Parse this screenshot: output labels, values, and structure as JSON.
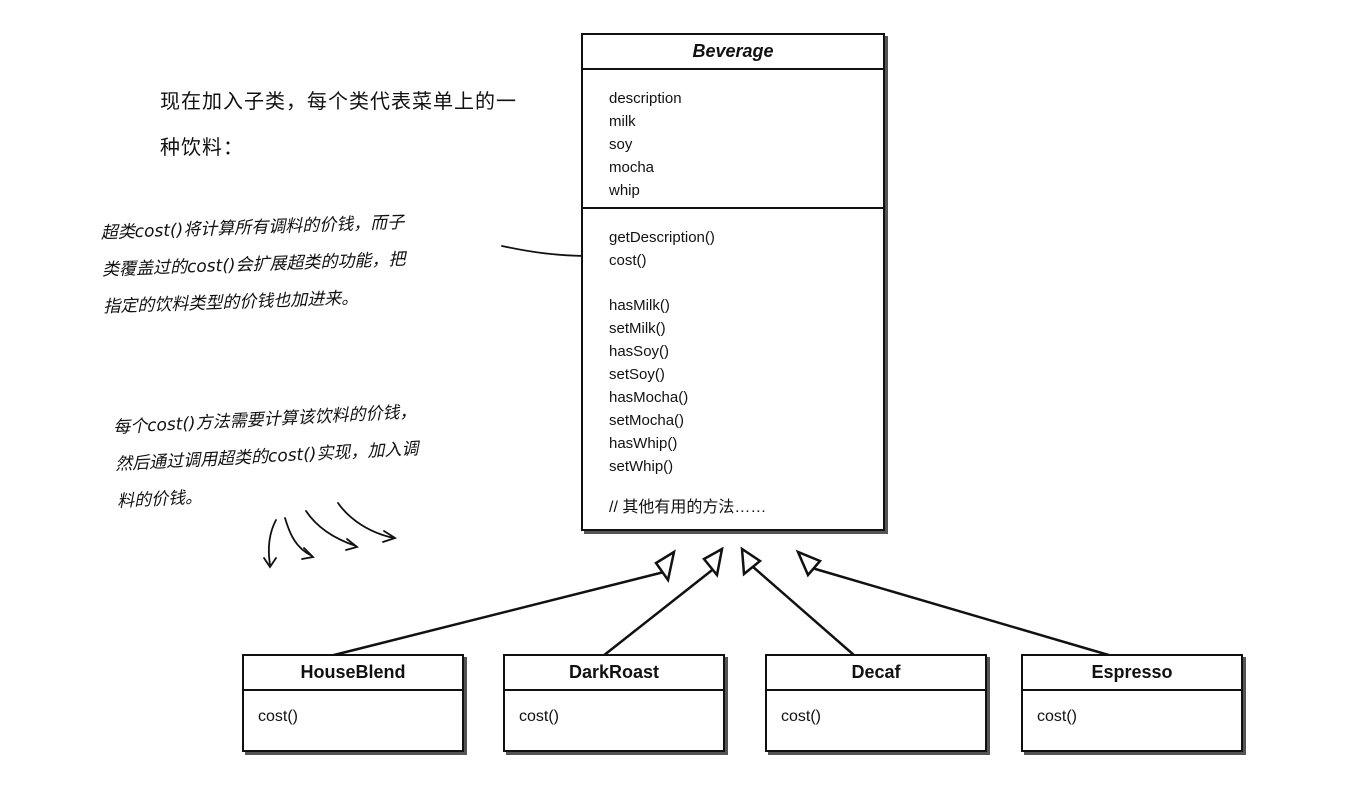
{
  "beverage": {
    "title": "Beverage",
    "attributes": [
      "description",
      "milk",
      "soy",
      "mocha",
      "whip"
    ],
    "methods_a": [
      "getDescription()",
      "cost()"
    ],
    "methods_b": [
      "hasMilk()",
      "setMilk()",
      "hasSoy()",
      "setSoy()",
      "hasMocha()",
      "setMocha()",
      "hasWhip()",
      "setWhip()"
    ],
    "other": "// 其他有用的方法……"
  },
  "subclasses": [
    {
      "name": "HouseBlend",
      "method": "cost()"
    },
    {
      "name": "DarkRoast",
      "method": "cost()"
    },
    {
      "name": "Decaf",
      "method": "cost()"
    },
    {
      "name": "Espresso",
      "method": "cost()"
    }
  ],
  "notes": {
    "intro": "现在加入子类，每个类代表菜单上的一种饮料：",
    "superclass_cost": [
      "超类cost()将计算所有调料的价钱，而子",
      "类覆盖过的cost()会扩展超类的功能，把",
      "指定的饮料类型的价钱也加进来。"
    ],
    "subclass_cost": [
      "每个cost()方法需要计算该饮料的价钱，",
      "然后通过调用超类的cost()实现，加入调",
      "料的价钱。"
    ]
  }
}
